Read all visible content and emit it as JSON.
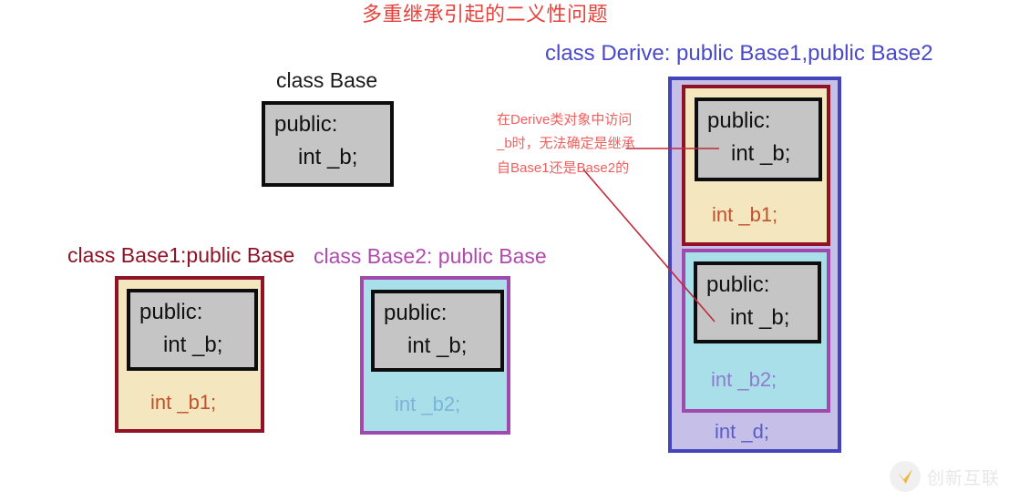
{
  "title": "多重继承引起的二义性问题",
  "captions": {
    "base": "class Base",
    "base1": "class Base1:public Base",
    "base2": "class Base2: public Base",
    "derive": "class Derive: public Base1,public Base2"
  },
  "code": {
    "public_label": "public:",
    "member_b": "int _b;",
    "member_b1": "int _b1;",
    "member_b2": "int _b2;",
    "member_d": "int _d;"
  },
  "boxes": {
    "base": {
      "caption": "class Base",
      "inner": {
        "line1": "public:",
        "line2": "int _b;"
      }
    },
    "base1": {
      "caption": "class Base1:public Base",
      "inner": {
        "line1": "public:",
        "line2": "int _b;"
      },
      "own_member": "int _b1;"
    },
    "base2": {
      "caption": "class Base2: public Base",
      "inner": {
        "line1": "public:",
        "line2": "int _b;"
      },
      "own_member": "int _b2;"
    },
    "derive": {
      "caption": "class Derive: public Base1,public Base2",
      "sub_base1": {
        "inner": {
          "line1": "public:",
          "line2": "int _b;"
        },
        "own_member": "int _b1;"
      },
      "sub_base2": {
        "inner": {
          "line1": "public:",
          "line2": "int _b;"
        },
        "own_member": "int _b2;"
      },
      "own_member": "int _d;"
    }
  },
  "annotation": {
    "line1": "在Derive类对象中访问",
    "line2": "_b时，无法确定是继承",
    "line3": "自Base1还是Base2的",
    "full_text": "在Derive类对象中访问_b时，无法确定是继承自Base1还是Base2的"
  },
  "watermark": {
    "text": "创新互联",
    "icon": "check-circle-icon"
  },
  "colors": {
    "title_red": "#e8413a",
    "annotation_red": "#f0605f",
    "connector_red": "#c0293d",
    "base_gray_fill": "#c5c5c5",
    "base_border": "#0d0d0d",
    "base1_fill": "#f4e7c0",
    "base1_border": "#8f1227",
    "base1_member_text": "#c1502b",
    "base2_fill": "#a9dfe9",
    "base2_border": "#a04ab0",
    "base2_member_text": "#7ab4d8",
    "derive_fill": "#c6c0e8",
    "derive_border": "#4444bb",
    "derive_member_text": "#5b5bc9",
    "derive_caption": "#4a4ac8"
  }
}
